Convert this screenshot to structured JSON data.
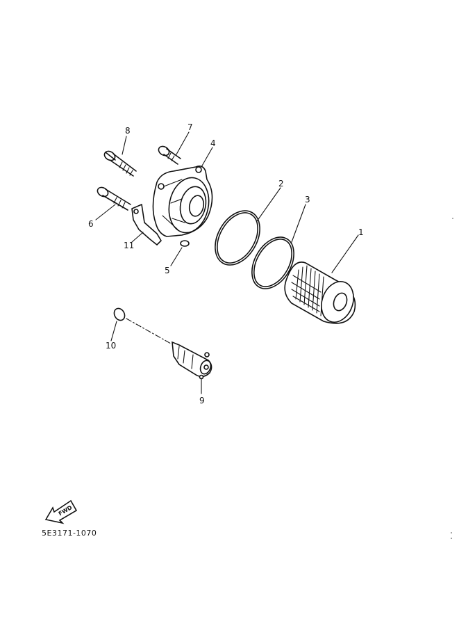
{
  "callouts": [
    {
      "id": "1",
      "label": "1"
    },
    {
      "id": "2",
      "label": "2"
    },
    {
      "id": "3",
      "label": "3"
    },
    {
      "id": "4",
      "label": "4"
    },
    {
      "id": "5",
      "label": "5"
    },
    {
      "id": "6",
      "label": "6"
    },
    {
      "id": "7",
      "label": "7"
    },
    {
      "id": "8",
      "label": "8"
    },
    {
      "id": "9",
      "label": "9"
    },
    {
      "id": "10",
      "label": "10"
    },
    {
      "id": "11",
      "label": "11"
    }
  ],
  "fwd_label": "FWD",
  "diagram_code": "5E3171-1070",
  "colors": {
    "ink": "#111111",
    "paper": "#ffffff"
  }
}
